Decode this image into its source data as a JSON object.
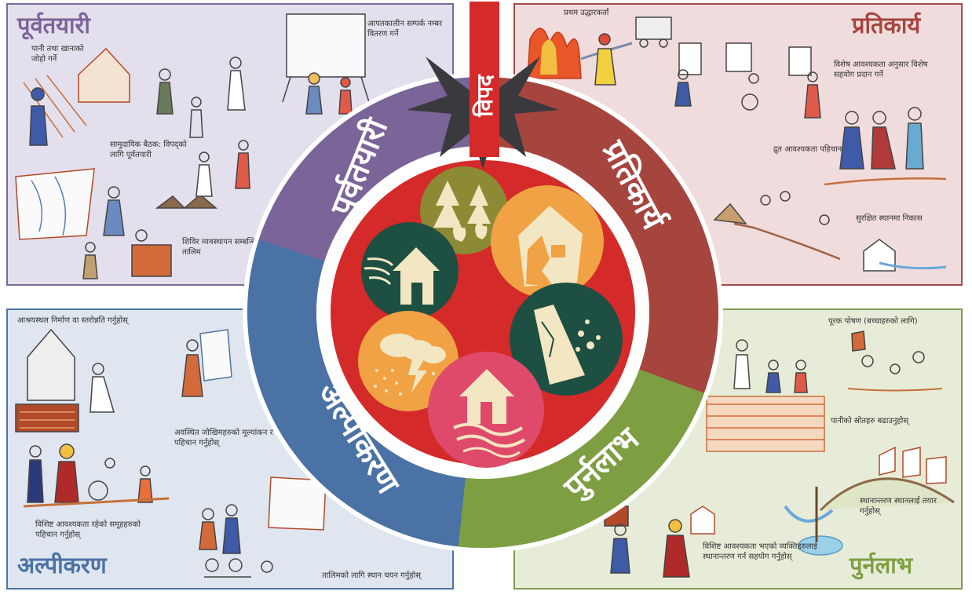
{
  "center": {
    "label": "विपद"
  },
  "phases": [
    {
      "id": "preparedness",
      "name": "पूर्वतयारी",
      "color": "#7a6498",
      "notes": [
        "पानी तथा खानाको जोहो गर्ने",
        "आपतकालीन सम्पर्क नम्बर वितरण गर्ने",
        "सामुदायिक बैठक: विपद्‌को लागि पूर्वतयारी",
        "शिविर व्यवस्थापन सम्बन्धि तालिम"
      ]
    },
    {
      "id": "response",
      "name": "प्रतिकार्य",
      "color": "#a6443e",
      "notes": [
        "प्रथम उद्धारकर्ता",
        "विशेष आवश्यकता अनुसार विशेष सहयोग प्रदान गर्ने",
        "द्रुत आवश्यकता पहिचान",
        "सुरक्षित स्थानमा निकास"
      ]
    },
    {
      "id": "recovery",
      "name": "पुर्नलाभ",
      "color": "#7e9e42",
      "notes": [
        "पूरक पोषण (बच्चाहरुको लागि)",
        "पानीको स्रोतहरु बढाउनुहोस्",
        "स्थानान्तरण स्थानलाई तयार गर्नुहोस्",
        "विशिष्ट आवश्यकता भएको व्यक्तिहरुलाई स्थानान्तरण गर्न सहयोग गर्नुहोस्"
      ]
    },
    {
      "id": "mitigation",
      "name": "अल्पीकरण",
      "color": "#4a72a4",
      "notes": [
        "आश्रयस्थल निर्माण वा स्तरोन्नति गर्नुहोस्",
        "अवस्थित जोखिमहरुको मूल्यांकन र पहिचान गर्नुहोस्",
        "विशिष्ट आवश्यकता रहेको समूहहरुको पहिचान गर्नुहोस्",
        "तालिमको लागि स्थान चयन गर्नुहोस्"
      ]
    }
  ],
  "hazards": [
    {
      "name": "wildfire-icon",
      "color": "#8c8a34"
    },
    {
      "name": "earthquake-icon",
      "color": "#f0a244"
    },
    {
      "name": "landslide-icon",
      "color": "#1d4f43"
    },
    {
      "name": "flood-icon",
      "color": "#e04a6a"
    },
    {
      "name": "storm-icon",
      "color": "#f0a244"
    },
    {
      "name": "windstorm-icon",
      "color": "#1d4f43"
    }
  ]
}
